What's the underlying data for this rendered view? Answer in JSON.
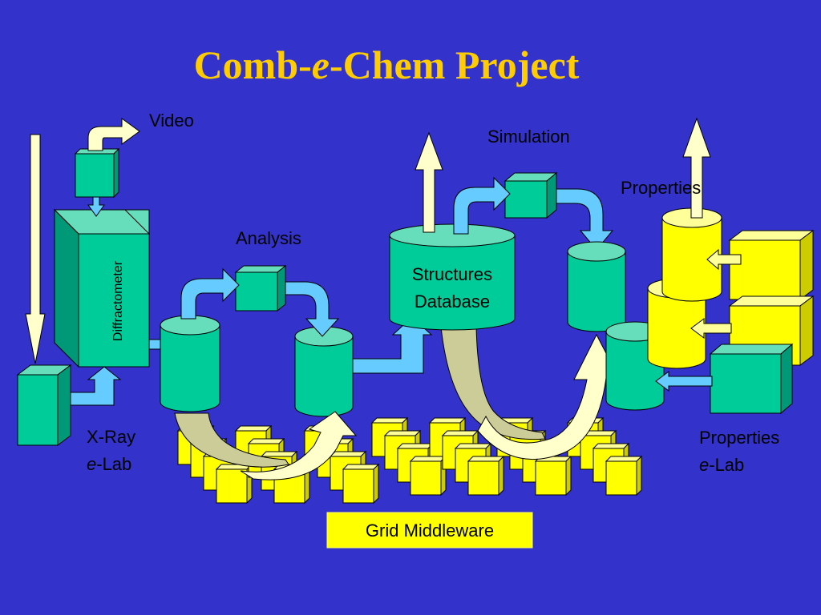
{
  "title": {
    "prefix": "Comb-",
    "italic": "e",
    "suffix": "-Chem Project"
  },
  "labels": {
    "video": "Video",
    "simulation": "Simulation",
    "properties_top": "Properties",
    "analysis": "Analysis",
    "diffractometer": "Diffractometer",
    "db_line1": "Structures",
    "db_line2": "Database",
    "xray_line1": "X-Ray",
    "xray_e": "e",
    "xray_lab": "-Lab",
    "props_line1": "Properties",
    "props_e": "e",
    "props_lab": "-Lab",
    "grid_middleware": "Grid Middleware"
  },
  "colors": {
    "background": "#3333cc",
    "title": "#ffcc00",
    "teal": "#00cc99",
    "teal_dark": "#009977",
    "teal_light": "#66ddbb",
    "yellow": "#ffff00",
    "yellow_side": "#cccc00",
    "arrow_blue": "#66ccff",
    "arrow_cream": "#ffffcc",
    "arrow_tan": "#cccc99"
  }
}
